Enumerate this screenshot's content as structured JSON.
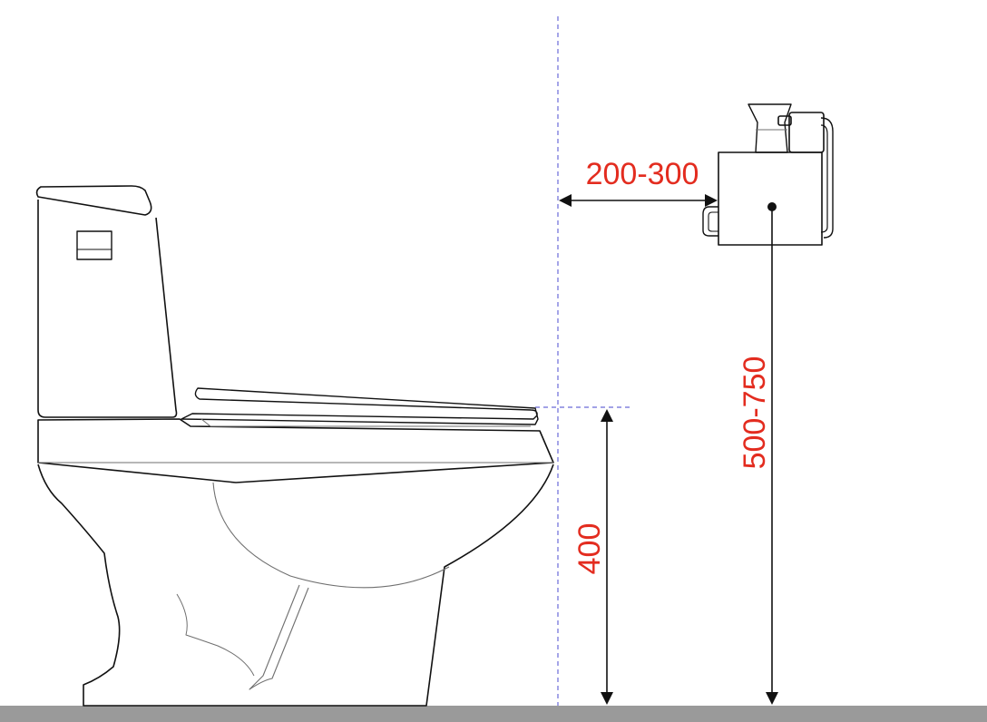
{
  "dimensions": {
    "horizontal_gap": "200-300",
    "seat_height": "400",
    "holder_height": "500-750"
  },
  "colors": {
    "label": "#e32c1f",
    "outline": "#111111",
    "thin_line": "#6f6f6f",
    "guide": "#6a6ad8",
    "floor": "#9a9a9a"
  },
  "icons": [
    "toilet-icon",
    "toilet-paper-holder-icon",
    "cistern-button-icon"
  ]
}
